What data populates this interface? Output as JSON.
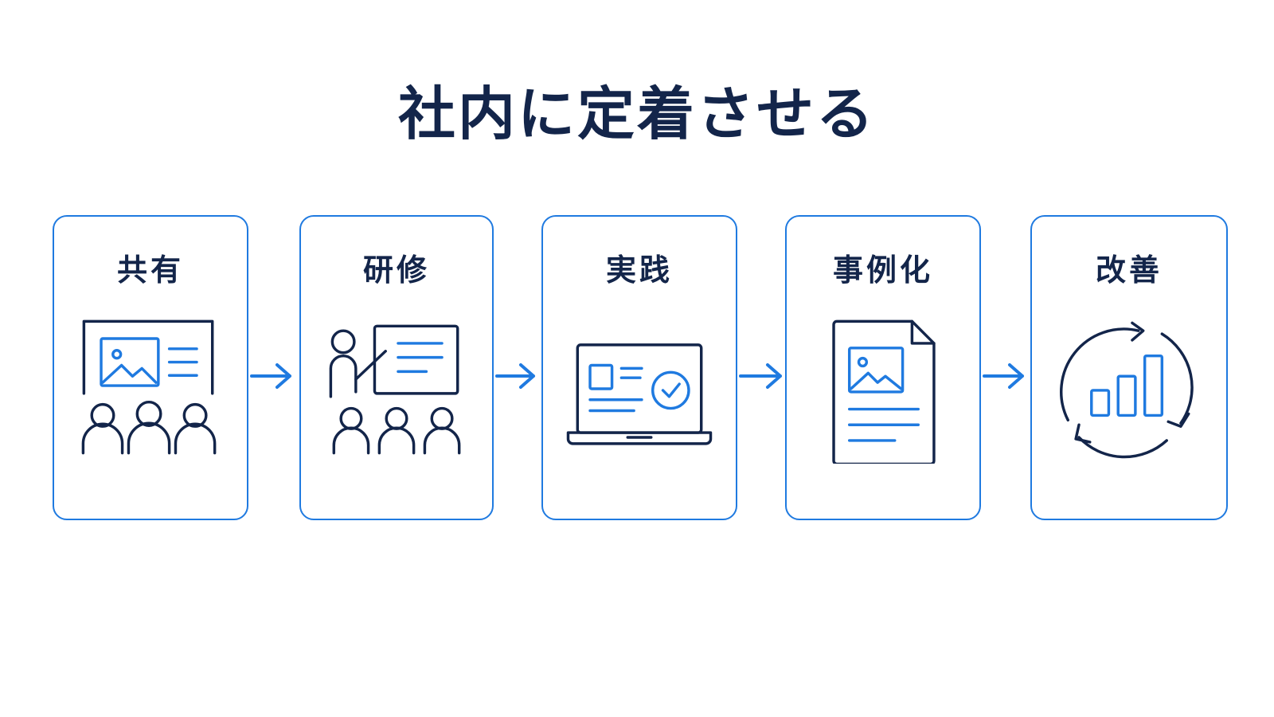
{
  "title": "社内に定着させる",
  "colors": {
    "accent": "#1f7ae0",
    "navy": "#13254a",
    "background": "#ffffff"
  },
  "steps": [
    {
      "label": "共有",
      "icon": "presentation-audience-icon"
    },
    {
      "label": "研修",
      "icon": "training-instructor-icon"
    },
    {
      "label": "実践",
      "icon": "laptop-checkmark-icon"
    },
    {
      "label": "事例化",
      "icon": "case-document-icon"
    },
    {
      "label": "改善",
      "icon": "improvement-cycle-chart-icon"
    }
  ]
}
